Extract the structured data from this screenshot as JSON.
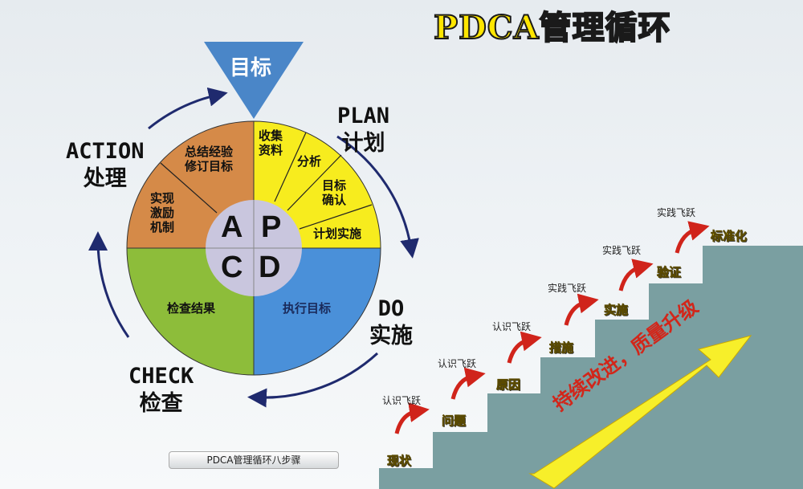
{
  "title": "PDCA管理循环",
  "goal": "目标",
  "phases": {
    "plan": {
      "en": "PLAN",
      "zh": "计划"
    },
    "do": {
      "en": "DO",
      "zh": "实施"
    },
    "check": {
      "en": "CHECK",
      "zh": "检查"
    },
    "action": {
      "en": "ACTION",
      "zh": "处理"
    }
  },
  "letters": {
    "a": "A",
    "p": "P",
    "c": "C",
    "d": "D"
  },
  "segments": {
    "plan": [
      "收集\n资料",
      "分析",
      "目标\n确认",
      "计划实施"
    ],
    "do": "执行目标",
    "check": "检查结果",
    "action": [
      "总结经验\n修订目标",
      "实现\n激励\n机制"
    ]
  },
  "caption": "PDCA管理循环八步骤",
  "stairs": {
    "steps": [
      "现状",
      "问题",
      "原因",
      "措施",
      "实施",
      "验证",
      "标准化"
    ],
    "leaps": [
      "认识飞跃",
      "认识飞跃",
      "认识飞跃",
      "实践飞跃",
      "实践飞跃",
      "实践飞跃"
    ],
    "slogan": "持续改进，质量升级"
  },
  "colors": {
    "plan": "#f7ec1e",
    "do": "#4a90d9",
    "check": "#8dbd3a",
    "action": "#d58a48",
    "center": "#c9c6de",
    "goal": "#4a86c8",
    "stairs": "#7a9fa1",
    "arrow": "#1f2a6e"
  }
}
